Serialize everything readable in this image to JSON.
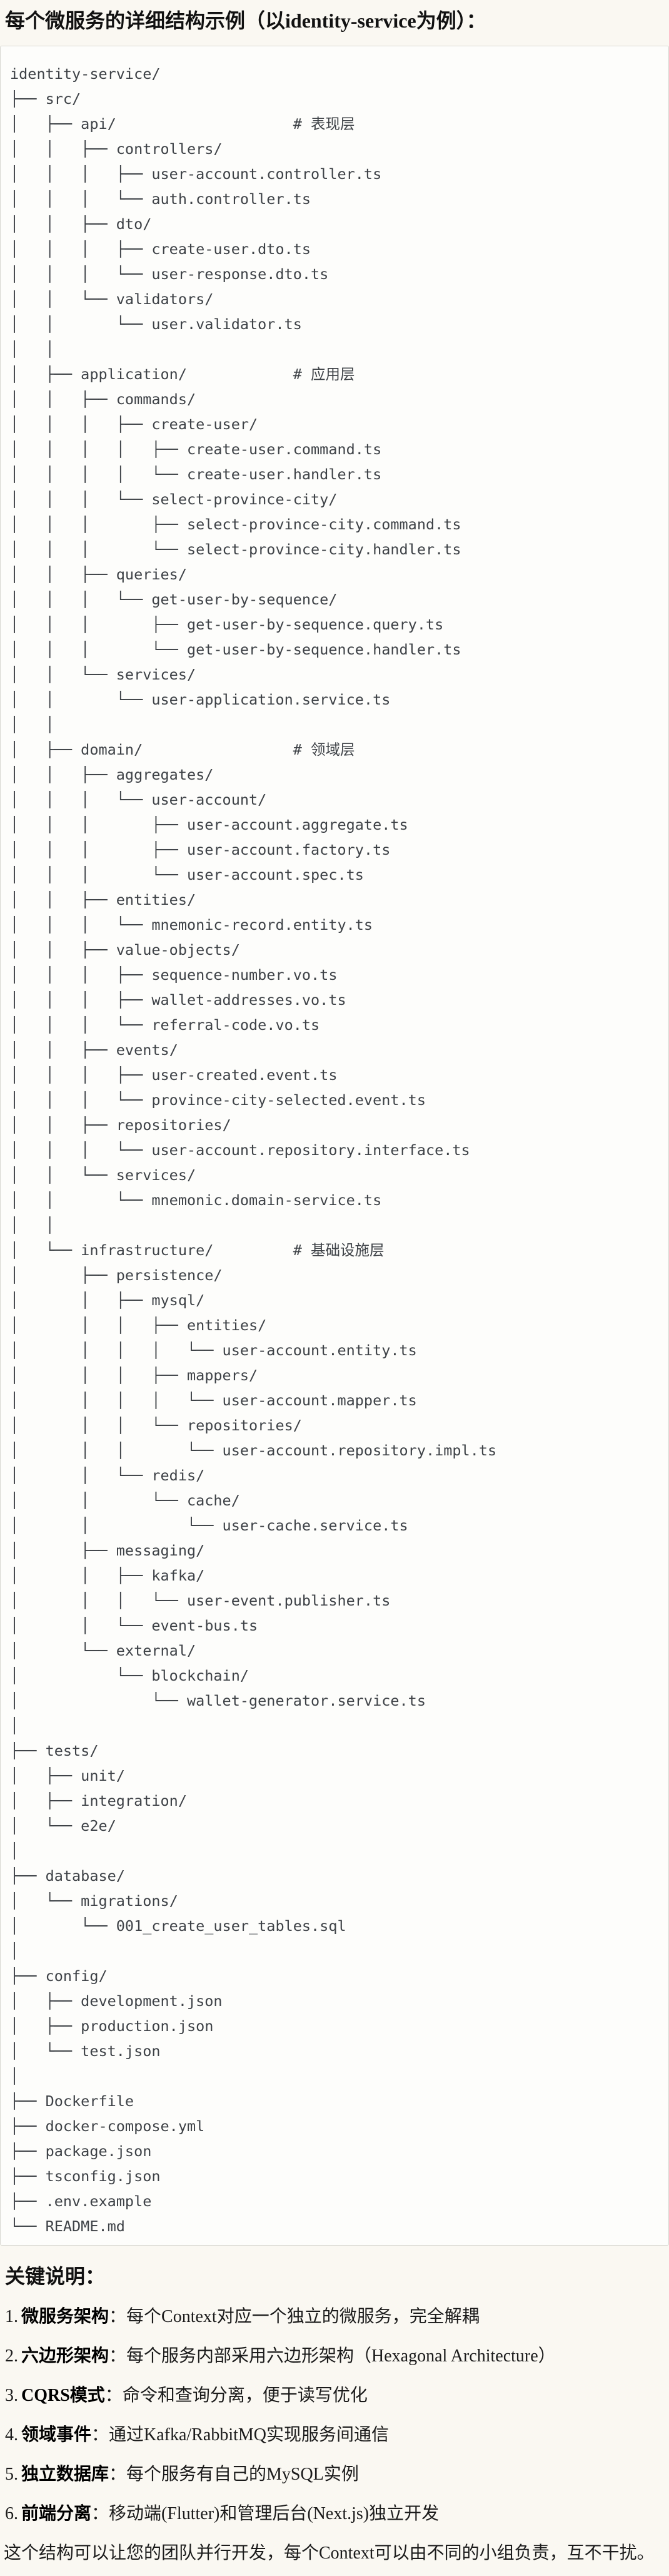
{
  "title": "每个微服务的详细结构示例（以identity-service为例）：",
  "colors": {
    "page_bg": "#faf8f2",
    "code_bg": "#fdfdfb",
    "code_border": "#d8d8d2",
    "code_text": "#3e4247",
    "body_text": "#1b1b1b"
  },
  "tree": {
    "lines": [
      "identity-service/",
      "├── src/",
      "│   ├── api/                    # 表现层",
      "│   │   ├── controllers/",
      "│   │   │   ├── user-account.controller.ts",
      "│   │   │   └── auth.controller.ts",
      "│   │   ├── dto/",
      "│   │   │   ├── create-user.dto.ts",
      "│   │   │   └── user-response.dto.ts",
      "│   │   └── validators/",
      "│   │       └── user.validator.ts",
      "│   │",
      "│   ├── application/            # 应用层",
      "│   │   ├── commands/",
      "│   │   │   ├── create-user/",
      "│   │   │   │   ├── create-user.command.ts",
      "│   │   │   │   └── create-user.handler.ts",
      "│   │   │   └── select-province-city/",
      "│   │   │       ├── select-province-city.command.ts",
      "│   │   │       └── select-province-city.handler.ts",
      "│   │   ├── queries/",
      "│   │   │   └── get-user-by-sequence/",
      "│   │   │       ├── get-user-by-sequence.query.ts",
      "│   │   │       └── get-user-by-sequence.handler.ts",
      "│   │   └── services/",
      "│   │       └── user-application.service.ts",
      "│   │",
      "│   ├── domain/                 # 领域层",
      "│   │   ├── aggregates/",
      "│   │   │   └── user-account/",
      "│   │   │       ├── user-account.aggregate.ts",
      "│   │   │       ├── user-account.factory.ts",
      "│   │   │       └── user-account.spec.ts",
      "│   │   ├── entities/",
      "│   │   │   └── mnemonic-record.entity.ts",
      "│   │   ├── value-objects/",
      "│   │   │   ├── sequence-number.vo.ts",
      "│   │   │   ├── wallet-addresses.vo.ts",
      "│   │   │   └── referral-code.vo.ts",
      "│   │   ├── events/",
      "│   │   │   ├── user-created.event.ts",
      "│   │   │   └── province-city-selected.event.ts",
      "│   │   ├── repositories/",
      "│   │   │   └── user-account.repository.interface.ts",
      "│   │   └── services/",
      "│   │       └── mnemonic.domain-service.ts",
      "│   │",
      "│   └── infrastructure/         # 基础设施层",
      "│       ├── persistence/",
      "│       │   ├── mysql/",
      "│       │   │   ├── entities/",
      "│       │   │   │   └── user-account.entity.ts",
      "│       │   │   ├── mappers/",
      "│       │   │   │   └── user-account.mapper.ts",
      "│       │   │   └── repositories/",
      "│       │   │       └── user-account.repository.impl.ts",
      "│       │   └── redis/",
      "│       │       └── cache/",
      "│       │           └── user-cache.service.ts",
      "│       ├── messaging/",
      "│       │   ├── kafka/",
      "│       │   │   └── user-event.publisher.ts",
      "│       │   └── event-bus.ts",
      "│       └── external/",
      "│           └── blockchain/",
      "│               └── wallet-generator.service.ts",
      "│",
      "├── tests/",
      "│   ├── unit/",
      "│   ├── integration/",
      "│   └── e2e/",
      "│",
      "├── database/",
      "│   └── migrations/",
      "│       └── 001_create_user_tables.sql",
      "│",
      "├── config/",
      "│   ├── development.json",
      "│   ├── production.json",
      "│   └── test.json",
      "│",
      "├── Dockerfile",
      "├── docker-compose.yml",
      "├── package.json",
      "├── tsconfig.json",
      "├── .env.example",
      "└── README.md"
    ]
  },
  "notes": {
    "heading": "关键说明：",
    "items": [
      {
        "num": "1.",
        "label": "微服务架构",
        "colon": "：",
        "text": "每个Context对应一个独立的微服务，完全解耦"
      },
      {
        "num": "2.",
        "label": "六边形架构",
        "colon": "：",
        "text": "每个服务内部采用六边形架构（Hexagonal Architecture）"
      },
      {
        "num": "3.",
        "label": "CQRS模式",
        "colon": "：",
        "text": "命令和查询分离，便于读写优化"
      },
      {
        "num": "4.",
        "label": "领域事件",
        "colon": "：",
        "text": "通过Kafka/RabbitMQ实现服务间通信"
      },
      {
        "num": "5.",
        "label": "独立数据库",
        "colon": "：",
        "text": "每个服务有自己的MySQL实例"
      },
      {
        "num": "6.",
        "label": "前端分离",
        "colon": "：",
        "text": "移动端(Flutter)和管理后台(Next.js)独立开发"
      }
    ],
    "footer": "这个结构可以让您的团队并行开发，每个Context可以由不同的小组负责，互不干扰。"
  }
}
